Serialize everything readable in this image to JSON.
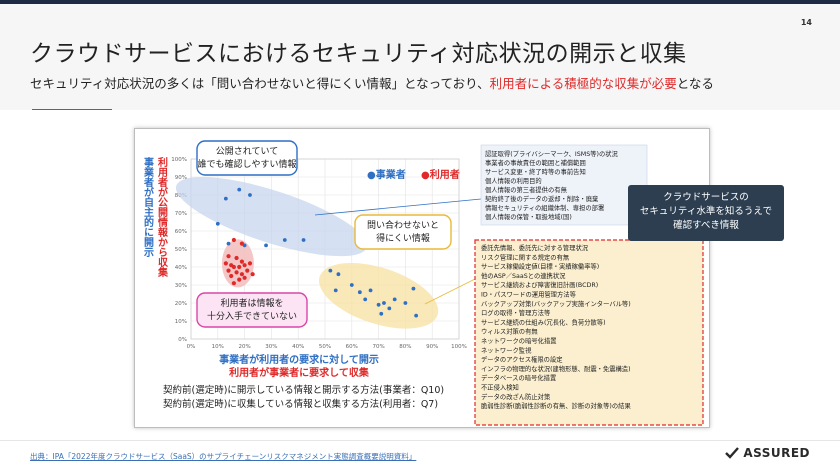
{
  "page": {
    "number": "14",
    "title": "クラウドサービスにおけるセキュリティ対応状況の開示と収集",
    "subtitle_normal": "セキュリティ対応状況の多くは「問い合わせないと得にくい情報」となっており、",
    "subtitle_red": "利用者による積極的な収集が必要",
    "subtitle_end": "となる",
    "source": "出典：IPA「2022年度クラウドサービス（SaaS）のサプライチェーンリスクマネジメント実態調査概要説明資料」",
    "logo_text": "ASSURED",
    "colors": {
      "provider": "#2f6fc4",
      "user": "#e02a2a",
      "dark_box": "#2c3e50"
    }
  },
  "callout": {
    "line1": "クラウドサービスの",
    "line2": "セキュリティ水準を知るうえで",
    "line3": "確認すべき情報"
  },
  "chart_data": {
    "type": "scatter",
    "x_axis": {
      "ticks": [
        "0%",
        "10%",
        "20%",
        "30%",
        "40%",
        "50%",
        "60%",
        "70%",
        "80%",
        "90%",
        "100%"
      ],
      "label_line1": "事業者が利用者の要求に対して開示",
      "label_line2": "利用者が事業者に要求して収集",
      "range": [
        0,
        100
      ]
    },
    "y_axis": {
      "ticks": [
        "0%",
        "10%",
        "20%",
        "30%",
        "40%",
        "50%",
        "60%",
        "70%",
        "80%",
        "90%",
        "100%"
      ],
      "label_blue": "事業者が自主的に開示",
      "label_red": "利用者が公開情報から収集",
      "range": [
        0,
        100
      ]
    },
    "legend": {
      "provider": "●事業者",
      "user": "●利用者"
    },
    "notes": {
      "provider": "契約前(選定時)に開示している情報と開示する方法(事業者：Q10)",
      "user": "契約前(選定時)に収集している情報と収集する方法(利用者：Q7)"
    },
    "annotations": {
      "public_line1": "公開されていて",
      "public_line2": "誰でも確認しやすい情報",
      "inquiry_line1": "問い合わせないと",
      "inquiry_line2": "得にくい情報",
      "user_line1": "利用者は情報を",
      "user_line2": "十分入手できていない"
    },
    "provider_points": [
      {
        "x": 18,
        "y": 83
      },
      {
        "x": 13,
        "y": 78
      },
      {
        "x": 22,
        "y": 80
      },
      {
        "x": 10,
        "y": 64
      },
      {
        "x": 14,
        "y": 53
      },
      {
        "x": 20,
        "y": 52
      },
      {
        "x": 28,
        "y": 52
      },
      {
        "x": 35,
        "y": 55
      },
      {
        "x": 42,
        "y": 55
      },
      {
        "x": 52,
        "y": 38
      },
      {
        "x": 55,
        "y": 36
      },
      {
        "x": 54,
        "y": 27
      },
      {
        "x": 60,
        "y": 30
      },
      {
        "x": 63,
        "y": 26
      },
      {
        "x": 65,
        "y": 22
      },
      {
        "x": 67,
        "y": 27
      },
      {
        "x": 70,
        "y": 19
      },
      {
        "x": 72,
        "y": 20
      },
      {
        "x": 74,
        "y": 17
      },
      {
        "x": 76,
        "y": 22
      },
      {
        "x": 71,
        "y": 14
      },
      {
        "x": 80,
        "y": 20
      },
      {
        "x": 84,
        "y": 13
      },
      {
        "x": 83,
        "y": 28
      }
    ],
    "user_points": [
      {
        "x": 16,
        "y": 55
      },
      {
        "x": 19,
        "y": 53
      },
      {
        "x": 14,
        "y": 46
      },
      {
        "x": 17,
        "y": 45
      },
      {
        "x": 19,
        "y": 43
      },
      {
        "x": 13,
        "y": 42
      },
      {
        "x": 15,
        "y": 41
      },
      {
        "x": 16,
        "y": 40
      },
      {
        "x": 18,
        "y": 40
      },
      {
        "x": 20,
        "y": 41
      },
      {
        "x": 22,
        "y": 42
      },
      {
        "x": 14,
        "y": 38
      },
      {
        "x": 17,
        "y": 37
      },
      {
        "x": 19,
        "y": 36
      },
      {
        "x": 21,
        "y": 38
      },
      {
        "x": 15,
        "y": 35
      },
      {
        "x": 18,
        "y": 33
      },
      {
        "x": 20,
        "y": 34
      },
      {
        "x": 23,
        "y": 36
      },
      {
        "x": 16,
        "y": 31
      }
    ],
    "public_info_list": [
      "認証取得(プライバシーマーク、ISMS等)の状況",
      "事業者の事故責任の範囲と補償範囲",
      "サービス変更・終了時等の事前告知",
      "個人情報の利用目的",
      "個人情報の第三者提供の有無",
      "契約終了後のデータの返却・削除・廃棄",
      "情報セキュリティの組織体制、専担の部署",
      "個人情報の保管・取扱地域(国)"
    ],
    "inquiry_info_list": [
      "委託先情報、委託先に対する管理状況",
      "リスク管理に関する規定の有無",
      "サービス稼働設定値(目標・実績稼働率等)",
      "他のASP／SaaSとの連携状況",
      "サービス継続および障害復旧計画(BCDR)",
      "ID・パスワードの運用管理方法等",
      "バックアップ対策(バックアップ実施インターバル等)",
      "ログの取得・管理方法等",
      "サービス継続の仕組み(冗長化、負荷分散等)",
      "ウィルス対策の有無",
      "ネットワークの暗号化措置",
      "ネットワーク監視",
      "データのアクセス権限の設定",
      "インフラの物理的な状況(建物形態、耐震・免震構造)",
      "データベースの暗号化措置",
      "不正侵入検知",
      "データの改ざん防止対策",
      "脆弱性診断(脆弱性診断の有無、診断の対象等)の結果"
    ]
  }
}
